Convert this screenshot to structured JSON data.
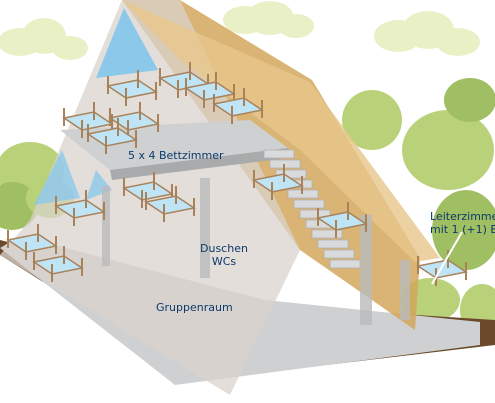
{
  "labels": {
    "bedrooms": "5 x 4 Bettzimmer",
    "showers_line1": "Duschen",
    "showers_line2": "WCs",
    "group_room": "Gruppenraum",
    "ladder_room_line1": "Leiterzimmer",
    "ladder_room_line2": "mit 1 (+1) B"
  },
  "colors": {
    "sky": "#ffffff",
    "cloud": "#eaf0c6",
    "tree": "#b9d27a",
    "tree_dark": "#9fbf62",
    "roof_front": "#e7c78c",
    "roof_side": "#d2a75c",
    "roof_glass": "#d9d3cc",
    "window": "#8cc8ea",
    "floor": "#cfd0d1",
    "wall": "#b9babc",
    "ground": "#6b4a2c",
    "bed_frame": "#a9825a",
    "mattress": "#bfe4f5",
    "label_text": "#0c3a6b"
  }
}
